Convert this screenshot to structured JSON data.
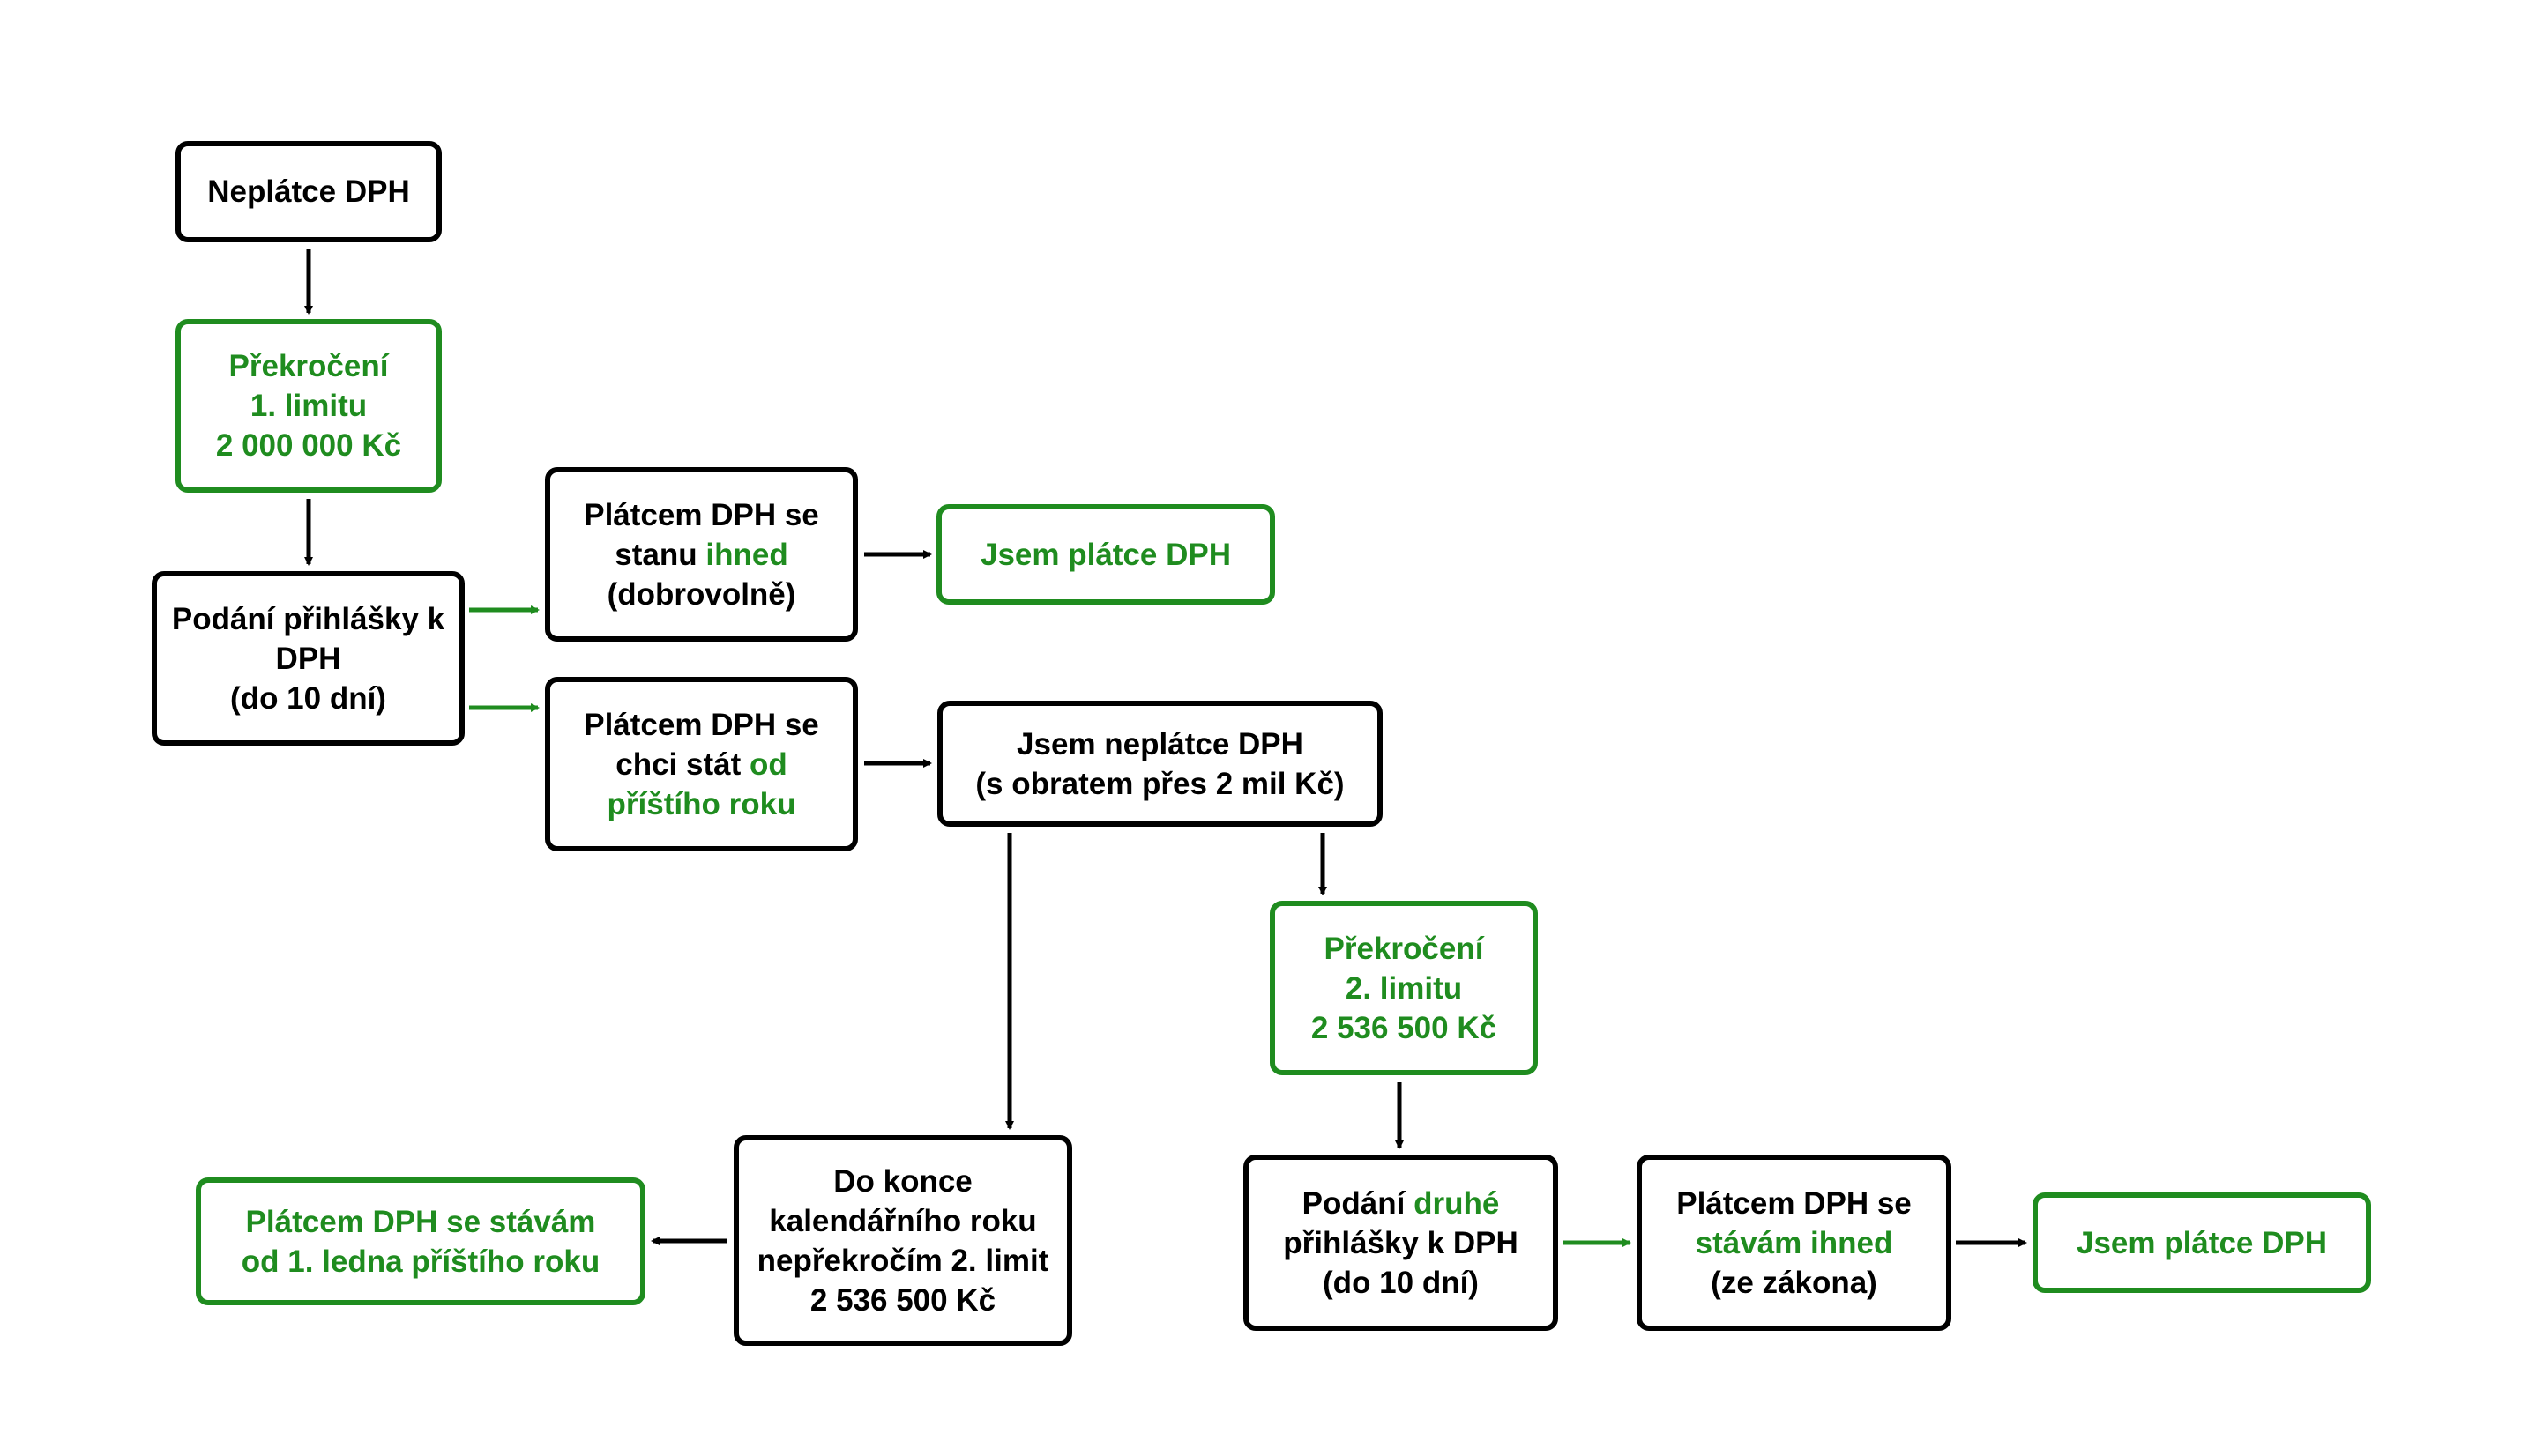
{
  "colors": {
    "black": "#000000",
    "green": "#1f8c1f",
    "background": "#ffffff"
  },
  "nodes": {
    "neplatce": {
      "line1": "Neplátce DPH"
    },
    "prekroceni1": {
      "line1": "Překročení",
      "line2": "1. limitu",
      "line3": "2 000 000 Kč"
    },
    "podani1": {
      "line1": "Podání přihlášky k",
      "line2": "DPH",
      "line3": "(do 10 dní)"
    },
    "stanu_ihned": {
      "line1": "Plátcem DPH se",
      "line2_a": "stanu ",
      "line2_b": "ihned",
      "line3": "(dobrovolně)"
    },
    "platce1": {
      "line1": "Jsem plátce DPH"
    },
    "chci_stat": {
      "line1": "Plátcem DPH se",
      "line2_a": "chci stát ",
      "line2_b": "od",
      "line3": "příštího roku"
    },
    "jsem_neplatce": {
      "line1": "Jsem neplátce DPH",
      "line2": "(s obratem přes 2 mil Kč)"
    },
    "prekroceni2": {
      "line1": "Překročení",
      "line2": "2. limitu",
      "line3": "2 536 500 Kč"
    },
    "do_konce": {
      "line1": "Do konce",
      "line2": "kalendářního roku",
      "line3": "nepřekročím 2. limit",
      "line4": "2 536 500 Kč"
    },
    "od_ledna": {
      "line1": "Plátcem DPH se stávám",
      "line2": "od 1. ledna příštího roku"
    },
    "podani2": {
      "line1_a": "Podání ",
      "line1_b": "druhé",
      "line2": "přihlášky k DPH",
      "line3": "(do 10 dní)"
    },
    "stavam_ihned": {
      "line1": "Plátcem DPH se",
      "line2": "stávám ihned",
      "line3": "(ze zákona)"
    },
    "platce2": {
      "line1": "Jsem plátce DPH"
    }
  },
  "edges": [
    {
      "from": "neplatce",
      "to": "prekroceni1",
      "color": "black"
    },
    {
      "from": "prekroceni1",
      "to": "podani1",
      "color": "black"
    },
    {
      "from": "podani1",
      "to": "stanu_ihned",
      "color": "green"
    },
    {
      "from": "podani1",
      "to": "chci_stat",
      "color": "green"
    },
    {
      "from": "stanu_ihned",
      "to": "platce1",
      "color": "black"
    },
    {
      "from": "chci_stat",
      "to": "jsem_neplatce",
      "color": "black"
    },
    {
      "from": "jsem_neplatce",
      "to": "prekroceni2",
      "color": "black"
    },
    {
      "from": "jsem_neplatce",
      "to": "do_konce",
      "color": "black"
    },
    {
      "from": "do_konce",
      "to": "od_ledna",
      "color": "black"
    },
    {
      "from": "prekroceni2",
      "to": "podani2",
      "color": "black"
    },
    {
      "from": "podani2",
      "to": "stavam_ihned",
      "color": "green"
    },
    {
      "from": "stavam_ihned",
      "to": "platce2",
      "color": "black"
    }
  ]
}
